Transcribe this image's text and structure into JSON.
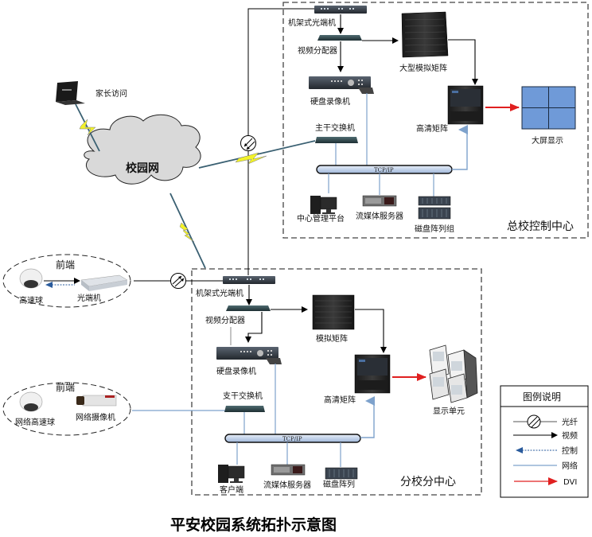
{
  "title": "平安校园系统拓扑示意图",
  "colors": {
    "video_line": "#000000",
    "network_line": "#7ea2cc",
    "control_line": "#2a5b9c",
    "dvi_line": "#e02020",
    "cloud_fill": "#d9d9d9",
    "screen_fill": "#6f9ad8",
    "lightning": "#f2f22a"
  },
  "cloud": {
    "label": "校园网"
  },
  "parent_access": {
    "label": "家长访问",
    "icon": "laptop-icon"
  },
  "main_center": {
    "label": "总校控制中心",
    "devices": {
      "fiber_rack": "机架式光端机",
      "video_splitter": "视频分配器",
      "analog_matrix": "大型模拟矩阵",
      "dvr": "硬盘录像机",
      "hd_matrix": "高清矩阵",
      "big_screen": "大屏显示",
      "core_switch": "主干交换机",
      "mgmt_platform": "中心管理平台",
      "stream_server": "流媒体服务器",
      "disk_array": "磁盘阵列组"
    },
    "bus_label": "TCP/IP"
  },
  "branch_center": {
    "label": "分校分中心",
    "devices": {
      "fiber_rack": "机架式光端机",
      "video_splitter": "视频分配器",
      "analog_matrix": "模拟矩阵",
      "dvr": "硬盘录像机",
      "hd_matrix": "高清矩阵",
      "display_unit": "显示单元",
      "branch_switch": "支干交换机",
      "client": "客户端",
      "stream_server": "流媒体服务器",
      "disk_array": "磁盘阵列"
    },
    "bus_label": "TCP/IP"
  },
  "front_end_analog": {
    "label": "前端",
    "devices": {
      "speed_dome": "高速球",
      "fiber_transceiver": "光端机"
    }
  },
  "front_end_ip": {
    "label": "前端",
    "devices": {
      "ip_dome": "网络高速球",
      "ip_camera": "网络摄像机"
    }
  },
  "legend": {
    "title": "图例说明",
    "items": [
      {
        "label": "光纤",
        "type": "fiber"
      },
      {
        "label": "视频",
        "type": "video"
      },
      {
        "label": "控制",
        "type": "control"
      },
      {
        "label": "网络",
        "type": "network"
      },
      {
        "label": "DVI",
        "type": "dvi"
      }
    ]
  }
}
